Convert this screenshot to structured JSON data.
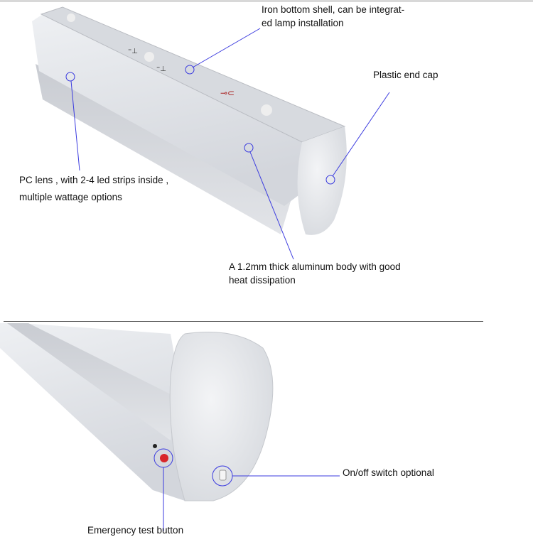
{
  "top_section": {
    "callouts": [
      {
        "id": "iron-shell",
        "lines": [
          "Iron bottom shell, can be integrat-",
          "ed lamp installation"
        ]
      },
      {
        "id": "end-cap",
        "lines": [
          "Plastic end cap"
        ]
      },
      {
        "id": "pc-lens",
        "lines": [
          "PC lens , with 2-4 led strips inside ,",
          "multiple wattage options"
        ]
      },
      {
        "id": "aluminum-body",
        "lines": [
          "A 1.2mm thick aluminum body with good",
          "heat dissipation"
        ]
      }
    ]
  },
  "bottom_section": {
    "callouts": [
      {
        "id": "switch",
        "lines": [
          "On/off switch optional"
        ]
      },
      {
        "id": "emergency",
        "lines": [
          "Emergency test button"
        ]
      }
    ]
  },
  "colors": {
    "callout_line": "#3a3adf",
    "fixture": "#e4e6ea",
    "emergency_button": "#d8262b"
  }
}
